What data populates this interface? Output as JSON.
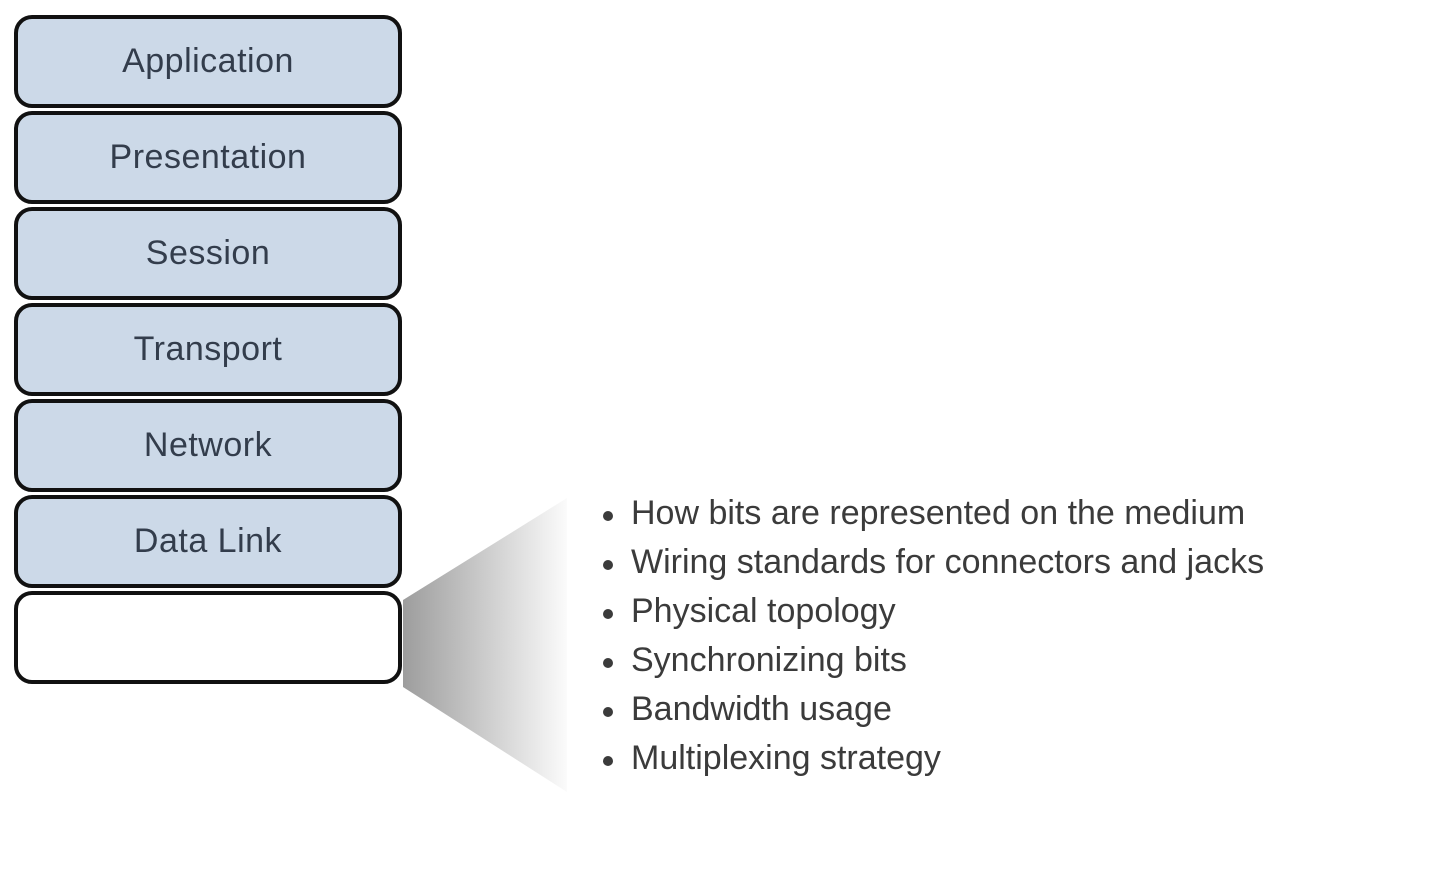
{
  "stack": {
    "layers": [
      {
        "label": "Application",
        "filled": true
      },
      {
        "label": "Presentation",
        "filled": true
      },
      {
        "label": "Session",
        "filled": true
      },
      {
        "label": "Transport",
        "filled": true
      },
      {
        "label": "Network",
        "filled": true
      },
      {
        "label": "Data Link",
        "filled": true
      },
      {
        "label": "",
        "filled": false
      }
    ]
  },
  "callout": {
    "items": [
      "How bits are represented on the medium",
      "Wiring standards for connectors and jacks",
      "Physical topology",
      "Synchronizing bits",
      "Bandwidth usage",
      "Multiplexing strategy"
    ]
  },
  "colors": {
    "layer_fill": "#ccd9e8",
    "layer_border": "#111111",
    "layer_text": "#333d4c",
    "blank_layer_fill": "#ffffff",
    "pointer_gradient_start": "#9d9d9d",
    "pointer_gradient_end": "#fbfbfb",
    "bullet_text": "#3b3b3b"
  }
}
